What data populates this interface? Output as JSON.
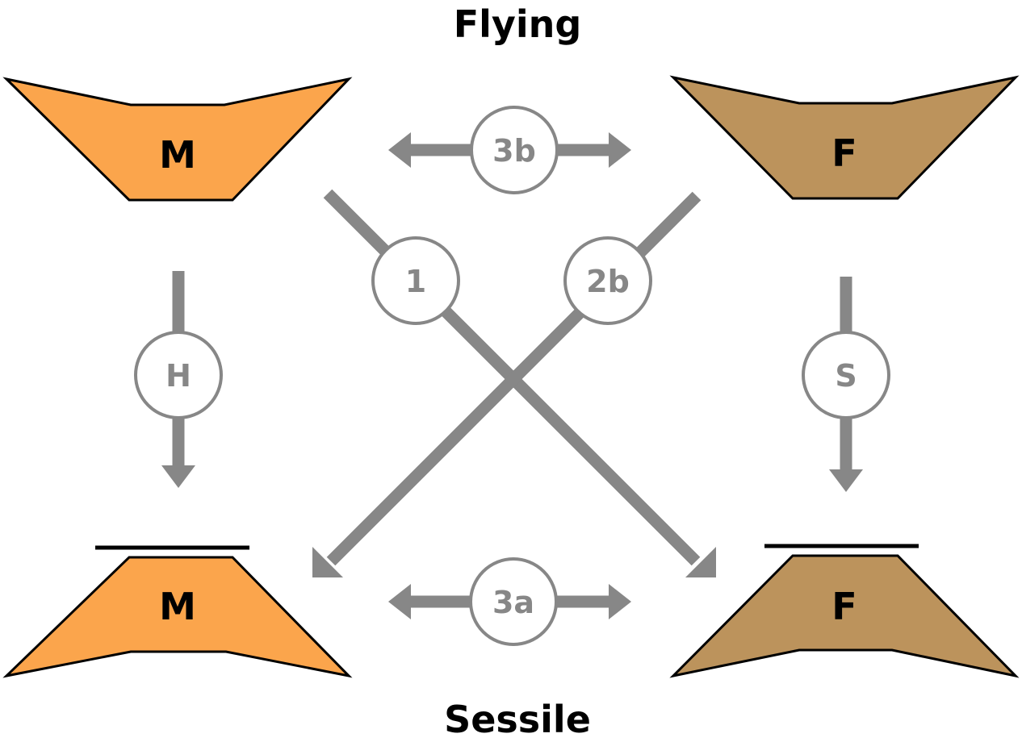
{
  "headings": {
    "top": "Flying",
    "bottom": "Sessile"
  },
  "colors": {
    "male": "#FBA54C",
    "female": "#BC935C",
    "arrow": "#878787",
    "outline": "#000000"
  },
  "shapes": {
    "male_flying": "M",
    "female_flying": "F",
    "male_sessile": "M",
    "female_sessile": "F"
  },
  "transitions": {
    "h": "H",
    "s": "S",
    "one": "1",
    "two_b": "2b",
    "three_a": "3a",
    "three_b": "3b"
  }
}
